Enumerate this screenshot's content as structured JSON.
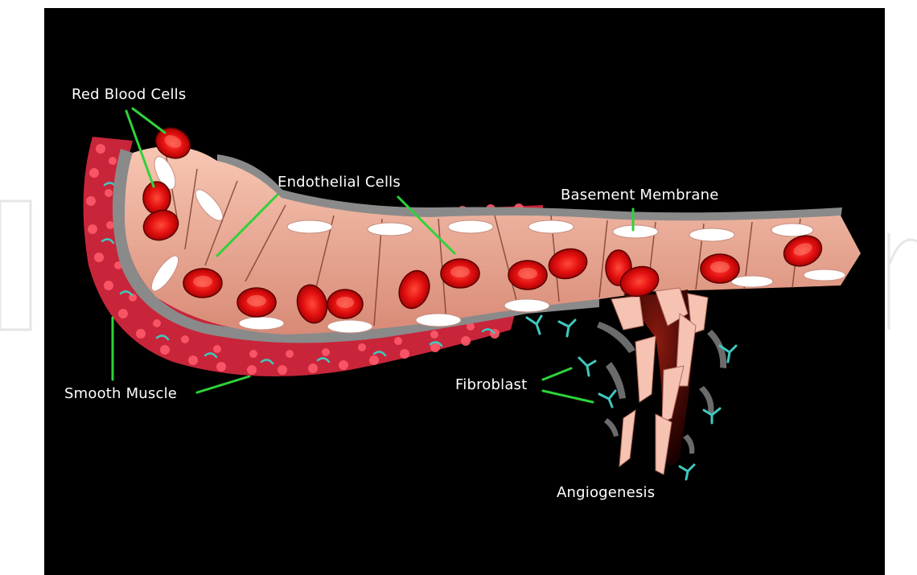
{
  "labels": {
    "red_blood_cells": "Red Blood Cells",
    "endothelial_cells": "Endothelial Cells",
    "basement_membrane": "Basement Membrane",
    "smooth_muscle": "Smooth Muscle",
    "fibroblast": "Fibroblast",
    "angiogenesis": "Angiogenesis"
  },
  "colors": {
    "background": "#000000",
    "leader_line": "#2fd23a",
    "red_blood_cell": "#e01010",
    "endothelial": "#f2b9a3",
    "membrane": "#8a8a8a",
    "fibroblast": "#3fc9c0",
    "smooth_muscle": "#f04a5a"
  }
}
